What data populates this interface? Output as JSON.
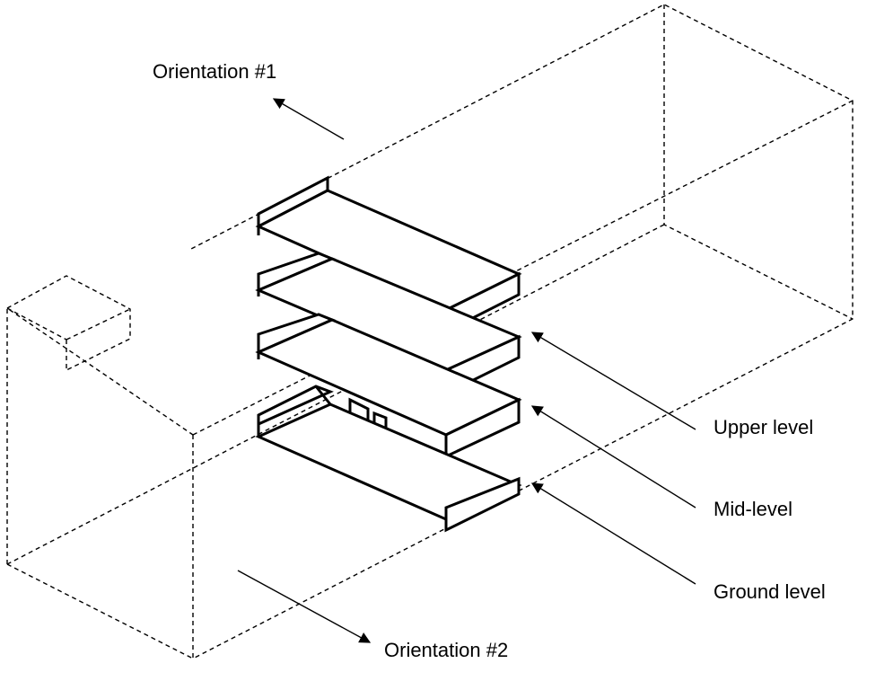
{
  "labels": {
    "orientation1": "Orientation #1",
    "orientation2": "Orientation #2",
    "upper": "Upper level",
    "mid": "Mid-level",
    "ground": "Ground level"
  }
}
